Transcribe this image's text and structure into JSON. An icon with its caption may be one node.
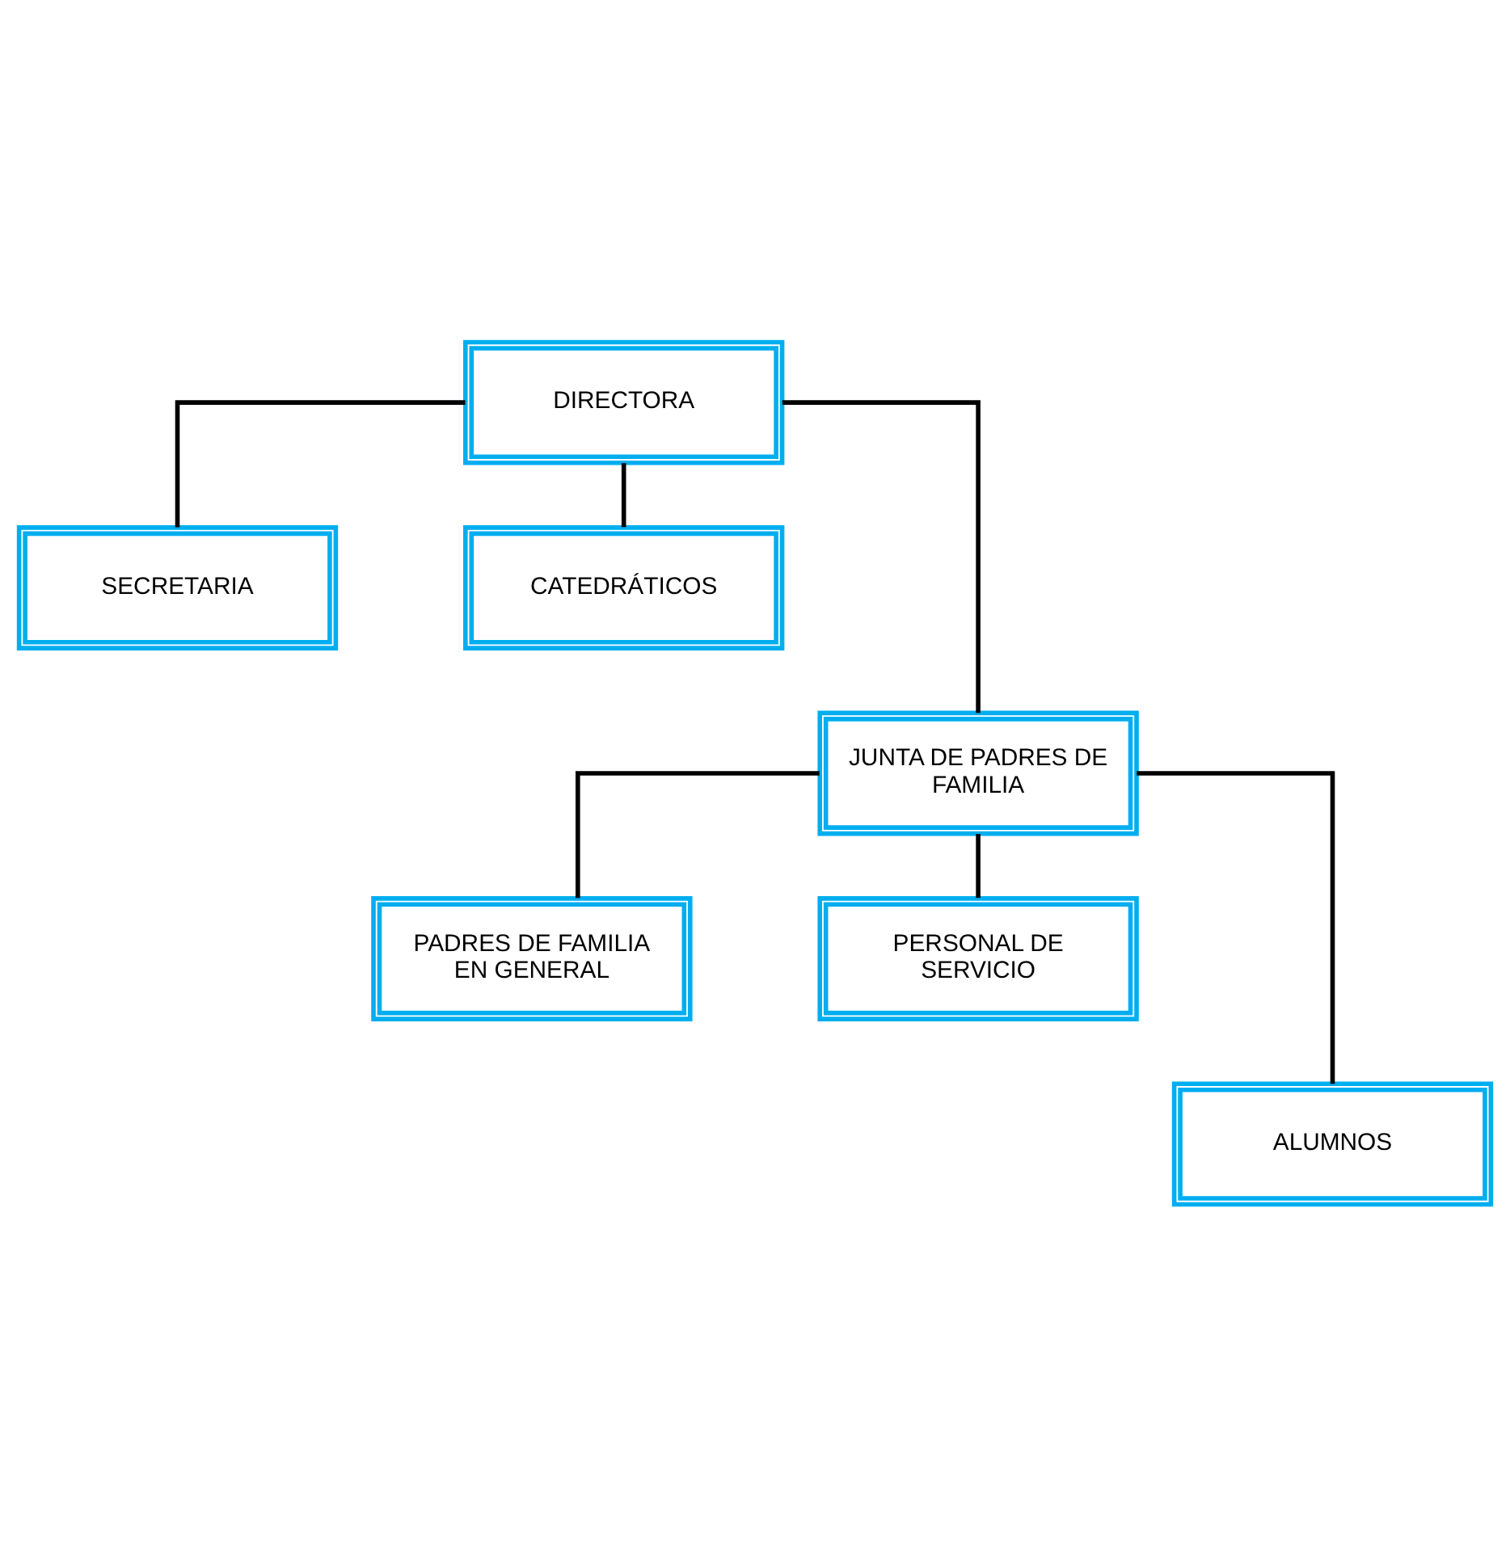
{
  "diagram": {
    "nodes": [
      {
        "text": [
          "DIRECTORA"
        ]
      },
      {
        "text": [
          "SECRETARIA"
        ]
      },
      {
        "text": [
          "CATEDRÁTICOS"
        ]
      },
      {
        "text": [
          "JUNTA DE PADRES DE FAMILIA"
        ]
      },
      {
        "text": [
          "PADRES DE FAMILIA EN GENERAL"
        ]
      },
      {
        "text": [
          "PERSONAL DE SERVICIO"
        ]
      },
      {
        "text": [
          "ALUMNOS"
        ]
      }
    ],
    "edges": [
      {
        "from": 0,
        "to": 1,
        "arrow": "none"
      },
      {
        "from": 0,
        "to": 2,
        "arrow": "none"
      },
      {
        "from": 0,
        "to": 3,
        "arrow": "none"
      },
      {
        "from": 3,
        "to": 4,
        "arrow": "none"
      },
      {
        "from": 3,
        "to": 5,
        "arrow": "none"
      },
      {
        "from": 3,
        "to": 6,
        "arrow": "none"
      }
    ]
  }
}
